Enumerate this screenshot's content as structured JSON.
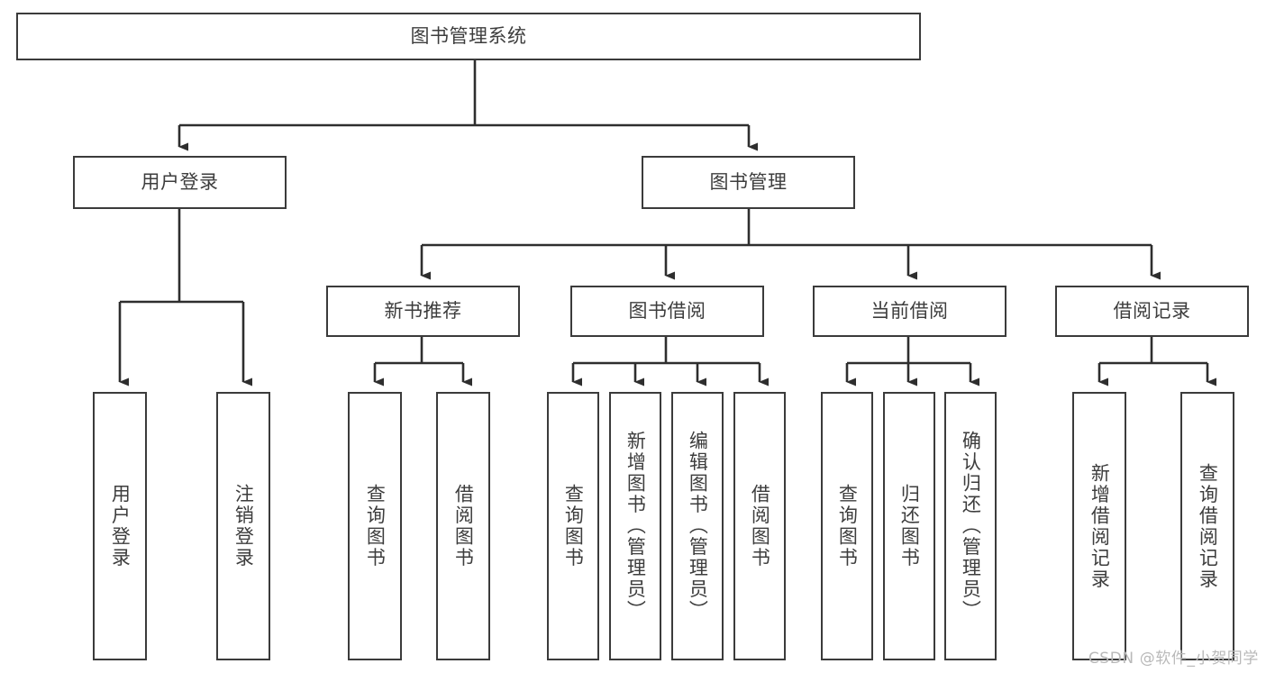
{
  "diagram": {
    "type": "tree",
    "title": "图书管理系统",
    "style": {
      "box_fill": "#ffffff",
      "box_stroke": "#3b3b3b",
      "text_color": "#3d3d3d",
      "connector_color": "#2e2e2e",
      "background": "#ffffff"
    },
    "levels": {
      "root": {
        "label": "图书管理系统"
      },
      "level1": [
        {
          "id": "user-login",
          "label": "用户登录"
        },
        {
          "id": "book-manage",
          "label": "图书管理"
        }
      ],
      "level2": [
        {
          "id": "new-book-recommend",
          "label": "新书推荐",
          "parent": "book-manage"
        },
        {
          "id": "book-borrow",
          "label": "图书借阅",
          "parent": "book-manage"
        },
        {
          "id": "current-borrow",
          "label": "当前借阅",
          "parent": "book-manage"
        },
        {
          "id": "borrow-record",
          "label": "借阅记录",
          "parent": "book-manage"
        }
      ],
      "leaves": [
        {
          "id": "leaf-user-login",
          "label": "用户登录",
          "parent": "user-login"
        },
        {
          "id": "leaf-logout",
          "label": "注销登录",
          "parent": "user-login"
        },
        {
          "id": "leaf-query-book-1",
          "label": "查询图书",
          "parent": "new-book-recommend"
        },
        {
          "id": "leaf-borrow-book-1",
          "label": "借阅图书",
          "parent": "new-book-recommend"
        },
        {
          "id": "leaf-query-book-2",
          "label": "查询图书",
          "parent": "book-borrow"
        },
        {
          "id": "leaf-add-book",
          "label": "新增图书（管理员）",
          "parent": "book-borrow"
        },
        {
          "id": "leaf-edit-book",
          "label": "编辑图书（管理员）",
          "parent": "book-borrow"
        },
        {
          "id": "leaf-borrow-book-2",
          "label": "借阅图书",
          "parent": "book-borrow"
        },
        {
          "id": "leaf-query-book-3",
          "label": "查询图书",
          "parent": "current-borrow"
        },
        {
          "id": "leaf-return-book",
          "label": "归还图书",
          "parent": "current-borrow"
        },
        {
          "id": "leaf-confirm-return",
          "label": "确认归还（管理员）",
          "parent": "current-borrow"
        },
        {
          "id": "leaf-add-record",
          "label": "新增借阅记录",
          "parent": "borrow-record"
        },
        {
          "id": "leaf-query-record",
          "label": "查询借阅记录",
          "parent": "borrow-record"
        }
      ]
    }
  },
  "watermark": {
    "text": "CSDN @软件_小贺同学"
  }
}
